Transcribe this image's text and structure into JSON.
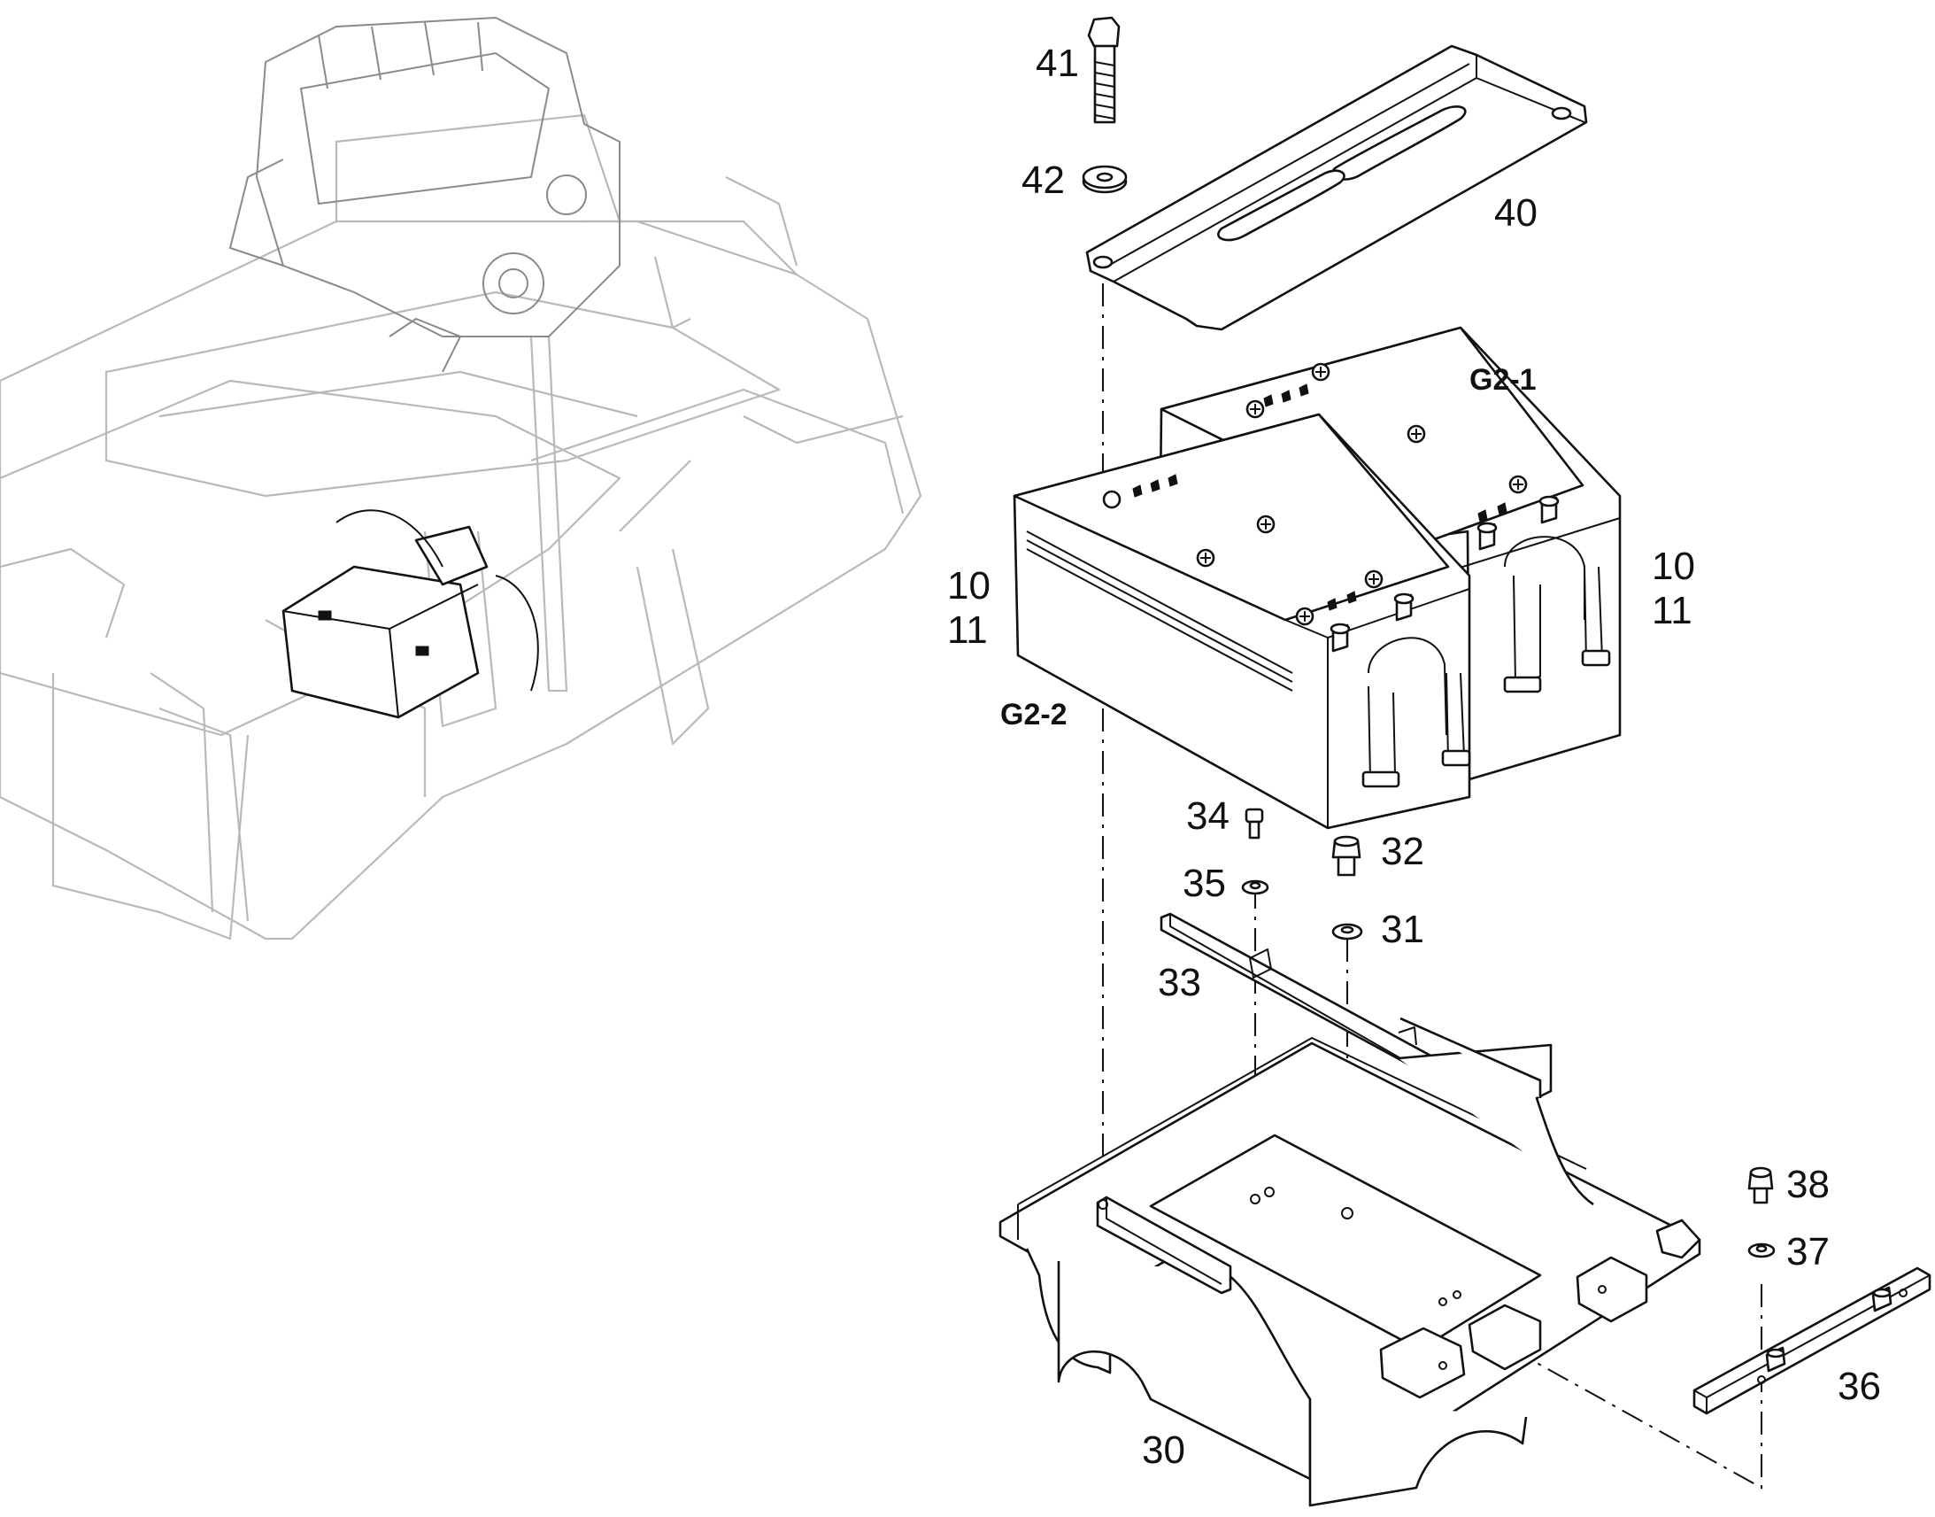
{
  "callouts": {
    "c41": "41",
    "c42": "42",
    "c40": "40",
    "g21": "G2-1",
    "c10_left": "10",
    "c11_left": "11",
    "c10_right": "10",
    "c11_right": "11",
    "g22": "G2-2",
    "c34": "34",
    "c32": "32",
    "c35": "35",
    "c31": "31",
    "c33": "33",
    "c38": "38",
    "c37": "37",
    "c36": "36",
    "c30": "30"
  }
}
